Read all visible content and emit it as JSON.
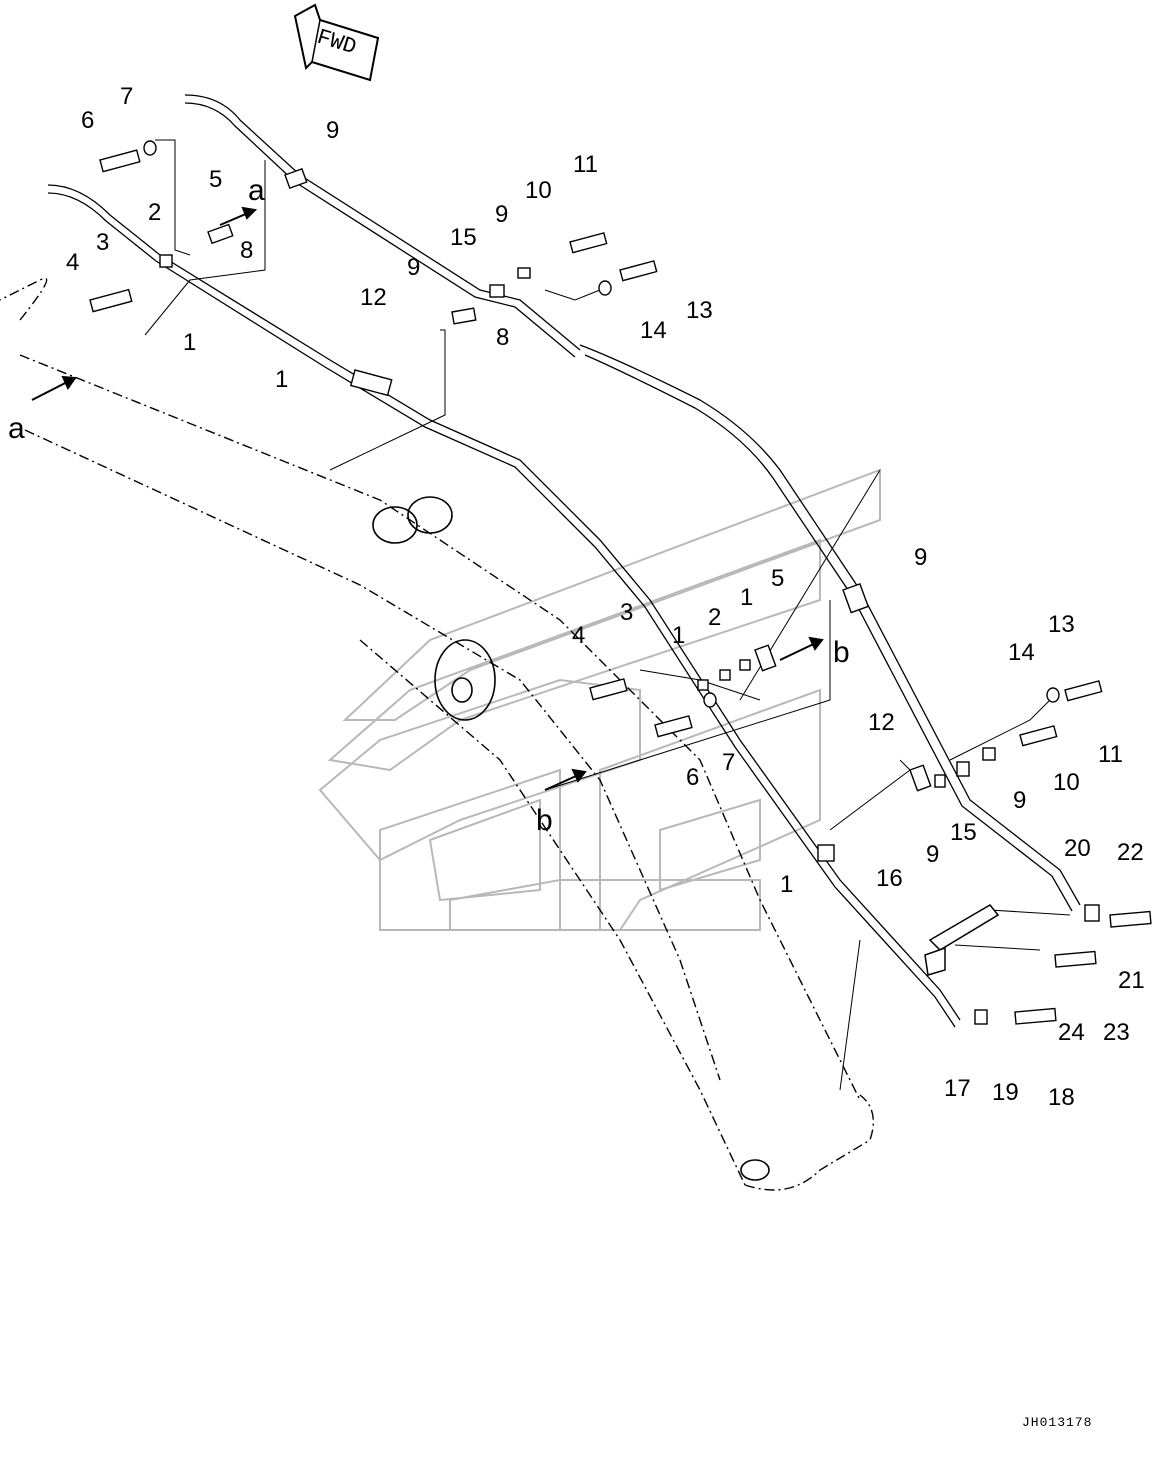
{
  "drawing": {
    "direction_label": "FWD",
    "drawing_code": "JH013178",
    "view_letters": {
      "a": "a",
      "b": "b"
    }
  },
  "callouts": {
    "c1": "1",
    "c2": "2",
    "c3": "3",
    "c4": "4",
    "c5": "5",
    "c6": "6",
    "c7": "7",
    "c8": "8",
    "c9": "9",
    "c10": "10",
    "c11": "11",
    "c12": "12",
    "c13": "13",
    "c14": "14",
    "c15": "15",
    "c16": "16",
    "c17": "17",
    "c18": "18",
    "c19": "19",
    "c20": "20",
    "c21": "21",
    "c22": "22",
    "c23": "23",
    "c24": "24"
  }
}
